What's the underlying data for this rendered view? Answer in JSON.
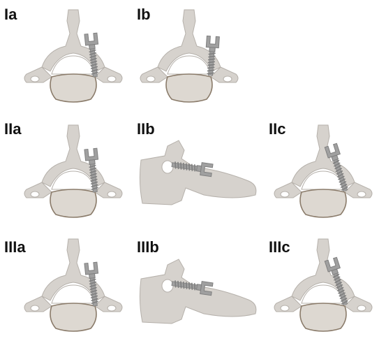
{
  "panels": [
    {
      "label": "Ia",
      "view": "axial",
      "screw": "lateral-mass"
    },
    {
      "label": "Ib",
      "view": "axial",
      "screw": "lateral-mass-angled"
    },
    {
      "label": "IIa",
      "view": "axial",
      "screw": "lateral-mass"
    },
    {
      "label": "IIb",
      "view": "sagittal",
      "screw": "lateral-mass"
    },
    {
      "label": "IIc",
      "view": "axial",
      "screw": "pedicle"
    },
    {
      "label": "IIIa",
      "view": "axial",
      "screw": "lateral-mass"
    },
    {
      "label": "IIIb",
      "view": "sagittal",
      "screw": "lateral-mass"
    },
    {
      "label": "IIIc",
      "view": "axial",
      "screw": "pedicle"
    }
  ],
  "colors": {
    "bone_fill": "#d6d2cd",
    "bone_stroke": "#b5b0aa",
    "body_fill": "#ddd8d1",
    "body_stroke": "#8a7b6a",
    "screw_fill": "#a0a0a0",
    "screw_stroke": "#7f7f7f",
    "background": "#ffffff"
  }
}
